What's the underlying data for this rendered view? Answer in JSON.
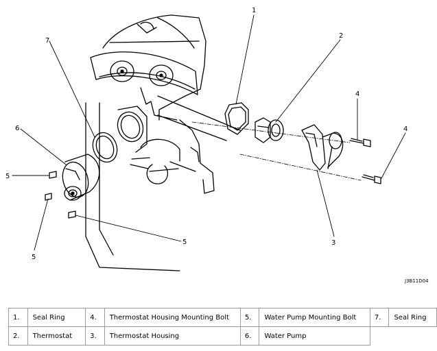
{
  "diagram": {
    "callouts": [
      "1",
      "2",
      "3",
      "4",
      "4",
      "5",
      "5",
      "5",
      "6",
      "7"
    ],
    "figure_code": "J3B11D04"
  },
  "legend": {
    "rows": [
      [
        {
          "num": "1.",
          "label": "Seal Ring"
        },
        {
          "num": "4.",
          "label": "Thermostat Housing Mounting Bolt"
        },
        {
          "num": "5.",
          "label": "Water Pump Mounting Bolt"
        },
        {
          "num": "7.",
          "label": "Seal Ring"
        }
      ],
      [
        {
          "num": "2.",
          "label": "Thermostat"
        },
        {
          "num": "3.",
          "label": "Thermostat Housing"
        },
        {
          "num": "6.",
          "label": "Water Pump"
        }
      ]
    ]
  }
}
